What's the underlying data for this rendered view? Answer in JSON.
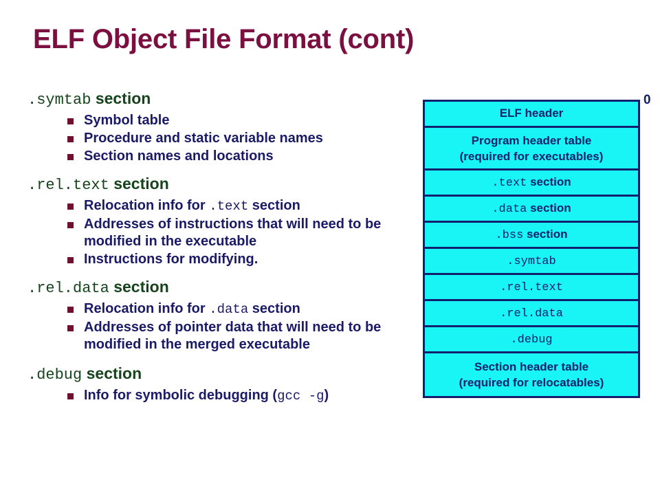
{
  "slide": {
    "title": "ELF Object File Format (cont)",
    "title_color": "#7a0f40",
    "heading_color": "#16441c",
    "bullet_text_color": "#1a1a66",
    "bullet_marker_color": "#6e1030",
    "diagram_fill": "#19f5f5",
    "diagram_border": "#12206e"
  },
  "sections": [
    {
      "name_mono": ".symtab",
      "name_word": "section",
      "bullets": [
        {
          "pre": "Symbol table",
          "mono": "",
          "post": ""
        },
        {
          "pre": "Procedure and static variable names",
          "mono": "",
          "post": ""
        },
        {
          "pre": "Section names and locations",
          "mono": "",
          "post": ""
        }
      ]
    },
    {
      "name_mono": ".rel.text",
      "name_word": "section",
      "bullets": [
        {
          "pre": "Relocation info for ",
          "mono": ".text",
          "post": " section"
        },
        {
          "pre": "Addresses of instructions that will need to be modified in the executable",
          "mono": "",
          "post": ""
        },
        {
          "pre": "Instructions for modifying.",
          "mono": "",
          "post": ""
        }
      ]
    },
    {
      "name_mono": ".rel.data",
      "name_word": "section",
      "bullets": [
        {
          "pre": "Relocation info for ",
          "mono": ".data",
          "post": " section"
        },
        {
          "pre": "Addresses of pointer data that will need to be modified in the merged executable",
          "mono": "",
          "post": ""
        }
      ]
    },
    {
      "name_mono": ".debug",
      "name_word": "section",
      "bullets": [
        {
          "pre": "Info for symbolic debugging (",
          "mono": "gcc  -g",
          "post": ")"
        }
      ]
    }
  ],
  "diagram": {
    "offset_label": "0",
    "rows": [
      {
        "line1_word": "ELF",
        "line1_mono": "",
        "line1_tail": " header",
        "line2": ""
      },
      {
        "line1_word": "Program header table",
        "line1_mono": "",
        "line1_tail": "",
        "line2": "(required for executables)"
      },
      {
        "line1_word": "",
        "line1_mono": ".text",
        "line1_tail": " section",
        "line2": ""
      },
      {
        "line1_word": "",
        "line1_mono": ".data",
        "line1_tail": " section",
        "line2": ""
      },
      {
        "line1_word": "",
        "line1_mono": ".bss",
        "line1_tail": " section",
        "line2": ""
      },
      {
        "line1_word": "",
        "line1_mono": ".symtab",
        "line1_tail": "",
        "line2": ""
      },
      {
        "line1_word": "",
        "line1_mono": ".rel.text",
        "line1_tail": "",
        "line2": ""
      },
      {
        "line1_word": "",
        "line1_mono": ".rel.data",
        "line1_tail": "",
        "line2": ""
      },
      {
        "line1_word": "",
        "line1_mono": ".debug",
        "line1_tail": "",
        "line2": ""
      },
      {
        "line1_word": "Section header table",
        "line1_mono": "",
        "line1_tail": "",
        "line2": "(required for relocatables)"
      }
    ]
  }
}
